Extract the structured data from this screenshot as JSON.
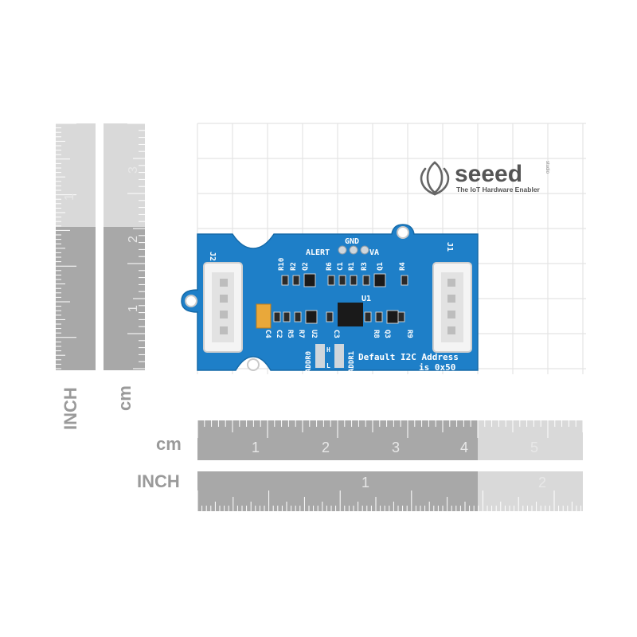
{
  "brand": {
    "name": "seeed",
    "tagline": "The IoT Hardware Enabler",
    "side_text": "studio"
  },
  "rulers": {
    "horizontal_cm": {
      "unit": "cm",
      "numbers": [
        "1",
        "2",
        "3",
        "4",
        "5"
      ]
    },
    "horizontal_inch": {
      "unit": "INCH",
      "numbers": [
        "1",
        "2"
      ]
    },
    "vertical_cm": {
      "unit": "cm",
      "numbers": [
        "1",
        "2",
        "3"
      ]
    },
    "vertical_inch": {
      "unit": "INCH",
      "numbers": [
        "1"
      ]
    }
  },
  "board": {
    "connectors": [
      "J2",
      "J1"
    ],
    "pins": [
      "ALERT",
      "GND",
      "VA"
    ],
    "chip": "U1",
    "components_top": [
      "R10",
      "R2",
      "Q2",
      "R6",
      "C1",
      "R1",
      "R3",
      "Q1",
      "R4"
    ],
    "components_bottom": [
      "C4",
      "C2",
      "R5",
      "R7",
      "U2",
      "C3",
      "R8",
      "Q3",
      "R9"
    ],
    "jumpers": [
      "ADDR0",
      "ADDR1"
    ],
    "jumper_marks": [
      "H",
      "L"
    ],
    "note_line1": "Default I2C Address",
    "note_line2": "is 0x50"
  },
  "colors": {
    "pcb": "#1e7fc8",
    "ruler_dark": "#a8a8a8",
    "ruler_light": "#d9d9d9",
    "grid": "#e4e4e4"
  }
}
